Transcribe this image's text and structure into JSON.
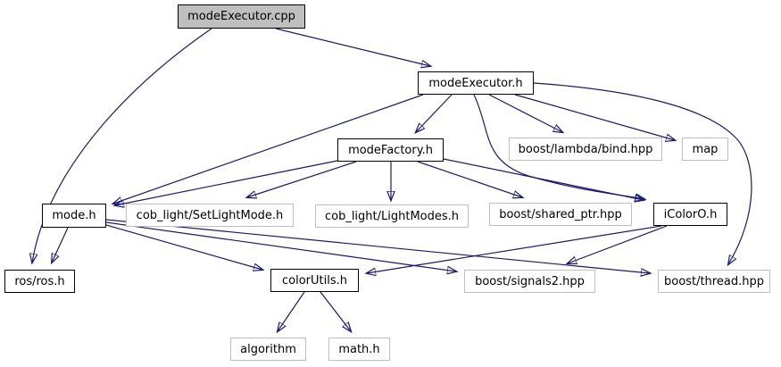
{
  "diagram": {
    "type": "include-dependency-graph",
    "root_file": "modeExecutor.cpp",
    "colors": {
      "edge": "#191970",
      "documented_node_border": "#000000",
      "external_node_border": "#bfbfbf",
      "root_node_fill": "#bfbfbf",
      "node_fill": "#ffffff",
      "background": "#ffffff",
      "text": "#000000"
    },
    "nodes": [
      {
        "label": "modeExecutor.cpp",
        "kind": "root"
      },
      {
        "label": "modeExecutor.h",
        "kind": "documented"
      },
      {
        "label": "modeFactory.h",
        "kind": "documented"
      },
      {
        "label": "boost/lambda/bind.hpp",
        "kind": "external"
      },
      {
        "label": "map",
        "kind": "external"
      },
      {
        "label": "mode.h",
        "kind": "documented"
      },
      {
        "label": "cob_light/SetLightMode.h",
        "kind": "external"
      },
      {
        "label": "cob_light/LightModes.h",
        "kind": "external"
      },
      {
        "label": "boost/shared_ptr.hpp",
        "kind": "external"
      },
      {
        "label": "iColorO.h",
        "kind": "documented"
      },
      {
        "label": "ros/ros.h",
        "kind": "documented"
      },
      {
        "label": "colorUtils.h",
        "kind": "documented"
      },
      {
        "label": "boost/signals2.hpp",
        "kind": "external"
      },
      {
        "label": "boost/thread.hpp",
        "kind": "external"
      },
      {
        "label": "algorithm",
        "kind": "external"
      },
      {
        "label": "math.h",
        "kind": "external"
      }
    ],
    "edges": [
      {
        "from": "modeExecutor.cpp",
        "to": "modeExecutor.h"
      },
      {
        "from": "modeExecutor.cpp",
        "to": "ros/ros.h"
      },
      {
        "from": "modeExecutor.h",
        "to": "modeFactory.h"
      },
      {
        "from": "modeExecutor.h",
        "to": "mode.h"
      },
      {
        "from": "modeExecutor.h",
        "to": "iColorO.h"
      },
      {
        "from": "modeExecutor.h",
        "to": "boost/lambda/bind.hpp"
      },
      {
        "from": "modeExecutor.h",
        "to": "map"
      },
      {
        "from": "modeExecutor.h",
        "to": "boost/thread.hpp"
      },
      {
        "from": "modeFactory.h",
        "to": "mode.h"
      },
      {
        "from": "modeFactory.h",
        "to": "cob_light/SetLightMode.h"
      },
      {
        "from": "modeFactory.h",
        "to": "cob_light/LightModes.h"
      },
      {
        "from": "modeFactory.h",
        "to": "boost/shared_ptr.hpp"
      },
      {
        "from": "modeFactory.h",
        "to": "iColorO.h"
      },
      {
        "from": "mode.h",
        "to": "ros/ros.h"
      },
      {
        "from": "mode.h",
        "to": "colorUtils.h"
      },
      {
        "from": "mode.h",
        "to": "boost/signals2.hpp"
      },
      {
        "from": "mode.h",
        "to": "boost/thread.hpp"
      },
      {
        "from": "iColorO.h",
        "to": "colorUtils.h"
      },
      {
        "from": "iColorO.h",
        "to": "boost/signals2.hpp"
      },
      {
        "from": "colorUtils.h",
        "to": "algorithm"
      },
      {
        "from": "colorUtils.h",
        "to": "math.h"
      }
    ]
  }
}
